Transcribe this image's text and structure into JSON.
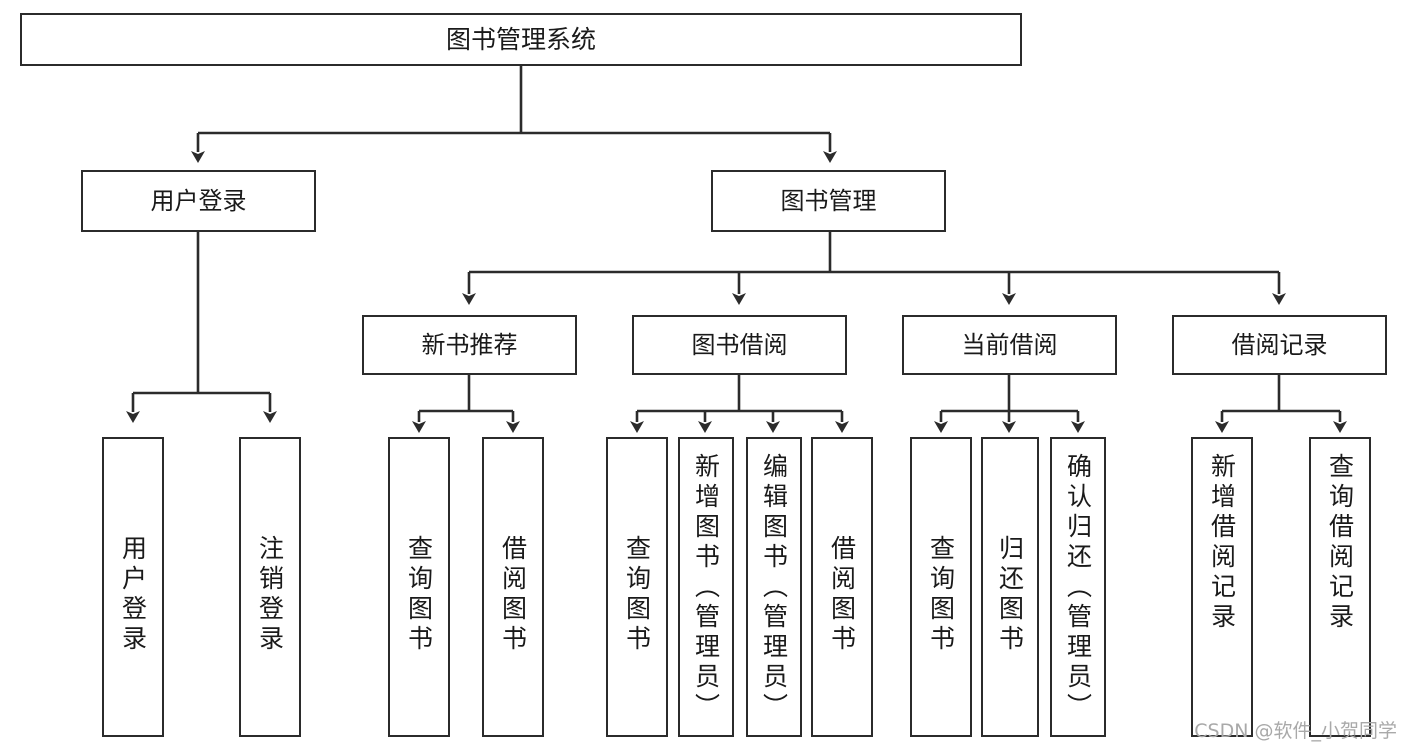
{
  "diagram": {
    "title": "图书管理系统",
    "type": "tree-hierarchy-diagram",
    "colors": {
      "box_border": "#2b2b2b",
      "background": "#ffffff",
      "text": "#1a1a1a",
      "connector": "#2b2b2b",
      "watermark": "#a9a9a9"
    }
  },
  "root": {
    "label": "图书管理系统"
  },
  "level1": [
    {
      "label": "用户登录"
    },
    {
      "label": "图书管理"
    }
  ],
  "level2": [
    {
      "label": "新书推荐"
    },
    {
      "label": "图书借阅"
    },
    {
      "label": "当前借阅"
    },
    {
      "label": "借阅记录"
    }
  ],
  "leaves": {
    "user_login": [
      {
        "label": "用户登录"
      },
      {
        "label": "注销登录"
      }
    ],
    "new_book_recommend": [
      {
        "label": "查询图书"
      },
      {
        "label": "借阅图书"
      }
    ],
    "book_borrow": [
      {
        "label": "查询图书"
      },
      {
        "label": "新增图书（管理员）"
      },
      {
        "label": "编辑图书（管理员）"
      },
      {
        "label": "借阅图书"
      }
    ],
    "current_borrow": [
      {
        "label": "查询图书"
      },
      {
        "label": "归还图书"
      },
      {
        "label": "确认归还（管理员）"
      }
    ],
    "borrow_record": [
      {
        "label": "新增借阅记录"
      },
      {
        "label": "查询借阅记录"
      }
    ]
  },
  "watermark": {
    "text": "CSDN @软件_小贺同学"
  }
}
